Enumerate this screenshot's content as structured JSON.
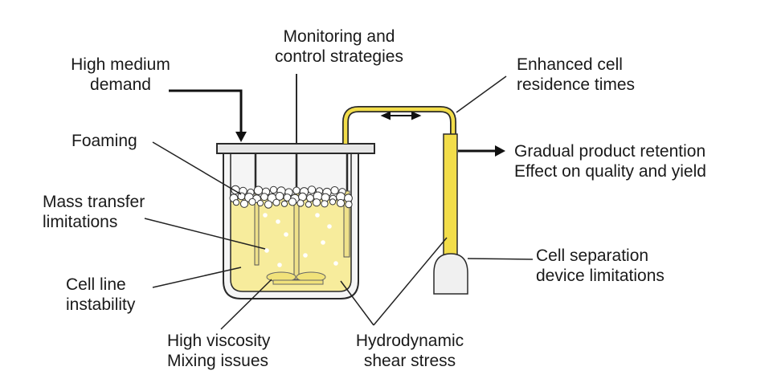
{
  "labels": {
    "monitoring": [
      "Monitoring and",
      "control strategies"
    ],
    "medium_demand": [
      "High medium",
      "demand"
    ],
    "foaming": [
      "Foaming"
    ],
    "mass_transfer": [
      "Mass transfer",
      "limitations"
    ],
    "cell_line": [
      "Cell line",
      "instability"
    ],
    "viscosity": [
      "High viscosity",
      "Mixing issues"
    ],
    "shear": [
      "Hydrodynamic",
      "shear stress"
    ],
    "residence": [
      "Enhanced cell",
      "residence times"
    ],
    "retention": [
      "Gradual product retention",
      "Effect on quality and yield"
    ],
    "separation": [
      "Cell separation",
      "device limitations"
    ]
  },
  "colors": {
    "medium": "#f7ec9c",
    "medium_top": "#f3e27a",
    "tube": "#f2dd4a",
    "outline": "#2a2a2a",
    "vessel": "#f4f4f4",
    "bubble": "#ffffff",
    "separator": "#f0f0f0"
  }
}
